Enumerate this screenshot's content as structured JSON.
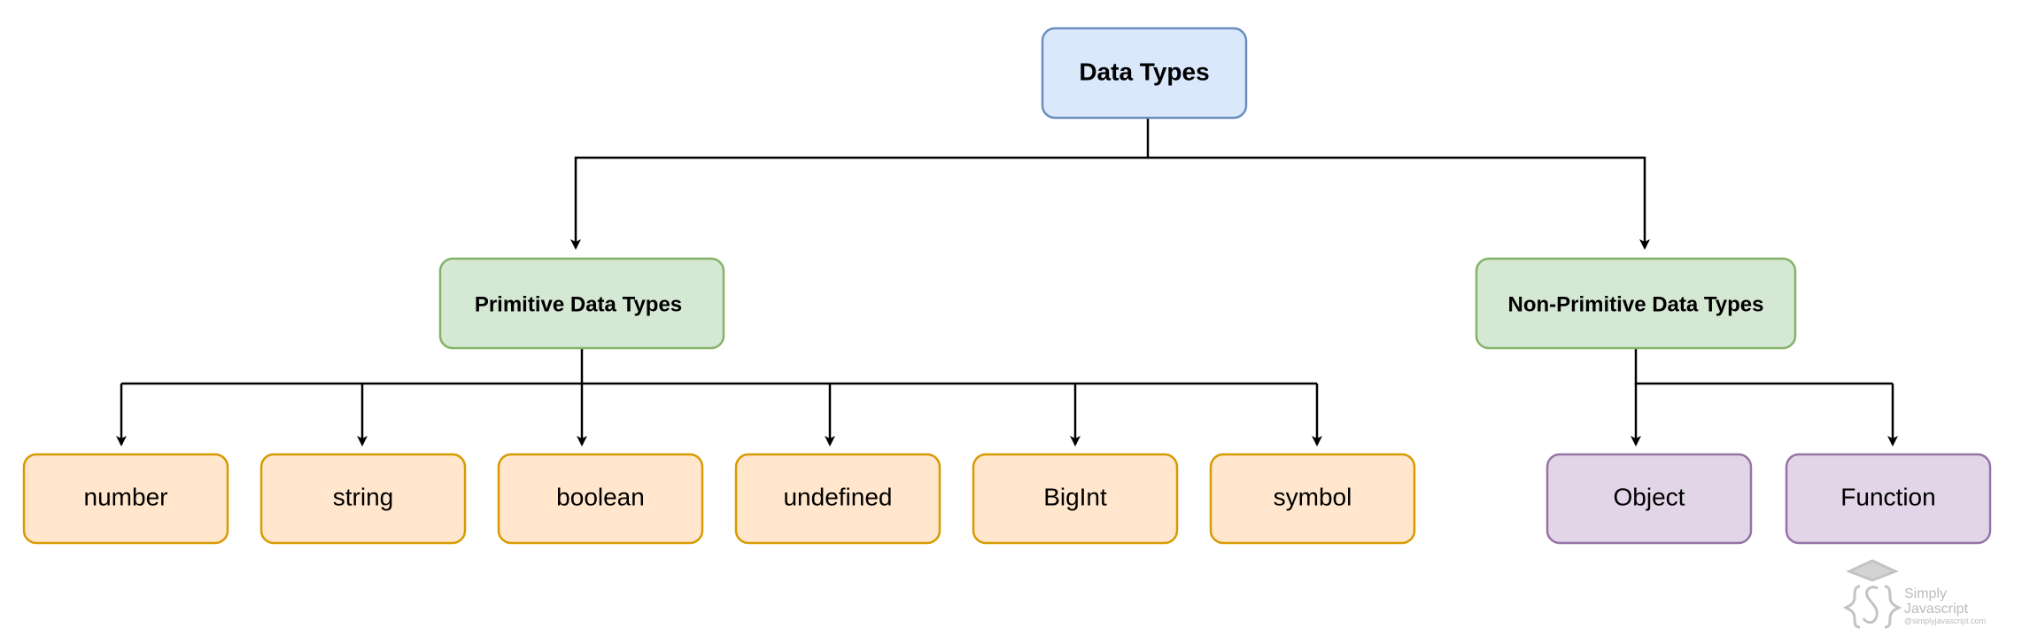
{
  "diagram": {
    "root": {
      "label": "Data Types"
    },
    "categories": [
      {
        "label": "Primitive Data Types",
        "children": [
          "number",
          "string",
          "boolean",
          "undefined",
          "BigInt",
          "symbol"
        ]
      },
      {
        "label": "Non-Primitive Data Types",
        "children": [
          "Object",
          "Function"
        ]
      }
    ]
  },
  "colors": {
    "root_fill": "#dae8fc",
    "root_stroke": "#6c8ebf",
    "category_fill": "#d5e8d4",
    "category_stroke": "#82b366",
    "primitive_fill": "#ffe6cc",
    "primitive_stroke": "#d79b00",
    "nonprimitive_fill": "#e1d5e7",
    "nonprimitive_stroke": "#9673a6",
    "connector": "#000000"
  },
  "watermark": {
    "brand_line1": "Simply",
    "brand_line2": "Javascript",
    "site": "@simplyjavascript.com"
  }
}
